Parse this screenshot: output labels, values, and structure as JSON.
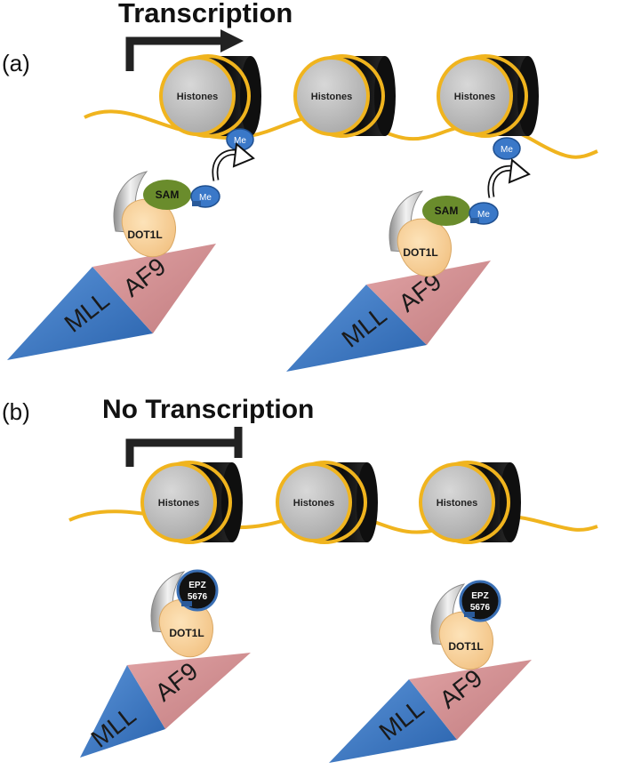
{
  "panel_a": {
    "label": "(a)",
    "title": "Transcription",
    "histones": [
      "Histones",
      "Histones",
      "Histones"
    ],
    "methyl": "Me",
    "sam": "SAM",
    "dot1l": "DOT1L",
    "mll": "MLL",
    "af9": "AF9"
  },
  "panel_b": {
    "label": "(b)",
    "title": "No Transcription",
    "histones": [
      "Histones",
      "Histones",
      "Histones"
    ],
    "inhibitor_line1": "EPZ",
    "inhibitor_line2": "5676",
    "dot1l": "DOT1L",
    "mll": "MLL",
    "af9": "AF9"
  },
  "colors": {
    "dna": "#f0b41e",
    "histone_face": "#c2c2c2",
    "histone_dark": "#141414",
    "histone_ring": "#f0b41e",
    "methyl": "#3a78c8",
    "sam": "#6a8c2c",
    "dot1l": "#f7d39c",
    "mll": "#3b78c5",
    "af9": "#d59193",
    "inhibitor": "#121212",
    "inhibitor_ring": "#3a6fb4",
    "arrow": "#222222"
  }
}
